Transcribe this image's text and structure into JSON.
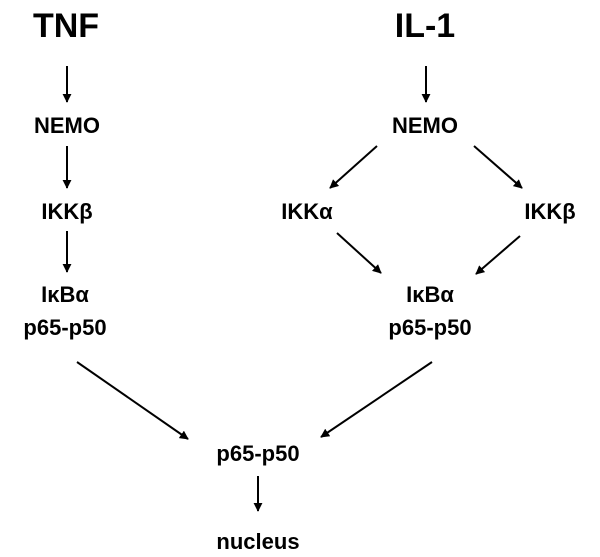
{
  "nodes": {
    "tnf": "TNF",
    "il1": "IL-1",
    "nemo_left": "NEMO",
    "nemo_right": "NEMO",
    "ikkb_left": "IKKβ",
    "ikka_right": "IKKα",
    "ikkb_right": "IKKβ",
    "ikba_left": "IκBα",
    "p65p50_left": "p65-p50",
    "ikba_right": "IκBα",
    "p65p50_right": "p65-p50",
    "p65p50_center": "p65-p50",
    "nucleus": "nucleus"
  },
  "colors": {
    "ink": "#000000",
    "background": "#ffffff"
  }
}
